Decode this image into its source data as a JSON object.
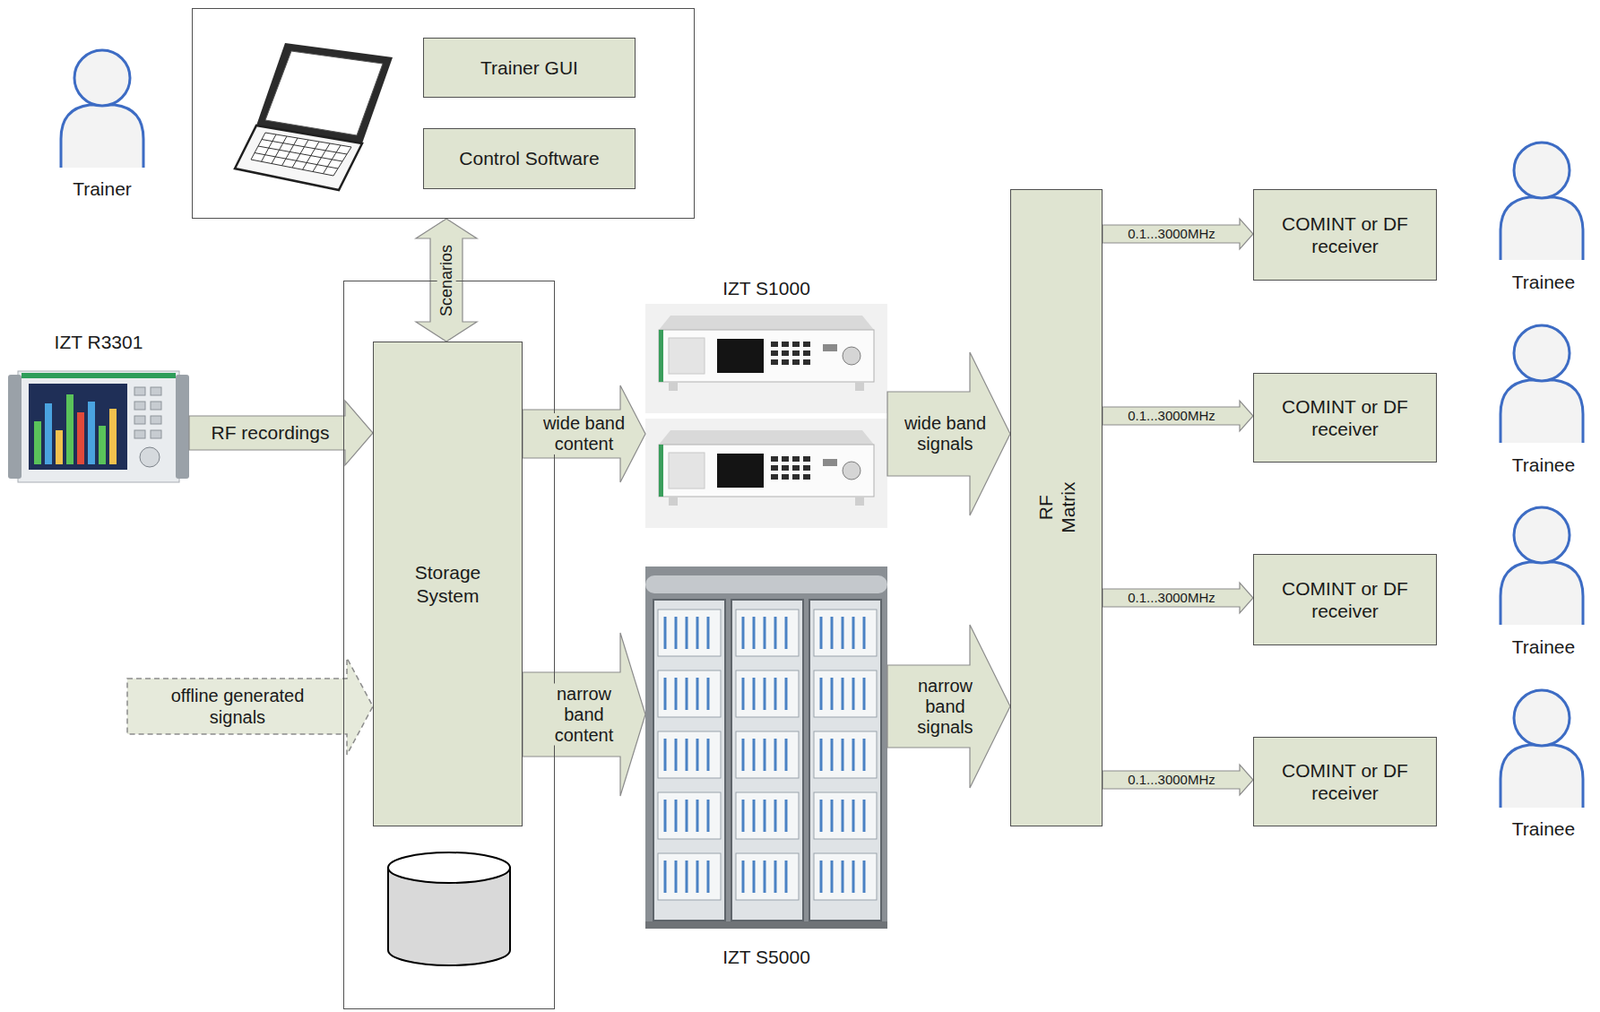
{
  "diagram": {
    "nodes": [
      {
        "text": []
      },
      {
        "text": [
          "Trainer GUI"
        ],
        "in": 0
      },
      {
        "text": [
          "Control Software"
        ],
        "in": 0
      },
      {
        "text": [
          "IZT R3301"
        ]
      },
      {
        "text": []
      },
      {
        "text": [
          "Storage System"
        ],
        "in": 4
      },
      {
        "text": [
          "IZT S1000"
        ]
      },
      {
        "text": [
          "IZT S5000"
        ]
      },
      {
        "text": [
          "RF Matrix"
        ]
      },
      {
        "text": [
          "COMINT or DF receiver"
        ]
      },
      {
        "text": [
          "COMINT or DF receiver"
        ]
      },
      {
        "text": [
          "COMINT or DF receiver"
        ]
      },
      {
        "text": [
          "COMINT or DF receiver"
        ]
      }
    ],
    "edges": [
      {
        "from": 0,
        "to": 5,
        "label": "Scenarios",
        "arrow": "both"
      },
      {
        "from": 3,
        "to": 5,
        "label": "RF recordings",
        "arrow": "to"
      },
      {
        "from": 5,
        "to": 6,
        "label": "wide band content",
        "arrow": "to"
      },
      {
        "from": 5,
        "to": 7,
        "label": "narrow band content",
        "arrow": "to"
      },
      {
        "from": 6,
        "to": 8,
        "label": "wide band signals",
        "arrow": "to"
      },
      {
        "from": 7,
        "to": 8,
        "label": "narrow band signals",
        "arrow": "to"
      },
      {
        "from": 8,
        "to": 9,
        "label": "0.1...3000MHz",
        "arrow": "to"
      },
      {
        "from": 8,
        "to": 10,
        "label": "0.1...3000MHz",
        "arrow": "to"
      },
      {
        "from": 8,
        "to": 11,
        "label": "0.1...3000MHz",
        "arrow": "to"
      },
      {
        "from": 8,
        "to": 12,
        "label": "0.1...3000MHz",
        "arrow": "to"
      }
    ],
    "labels": [
      "Trainer",
      "offline generated signals",
      "Trainee",
      "Trainee",
      "Trainee",
      "Trainee"
    ]
  }
}
